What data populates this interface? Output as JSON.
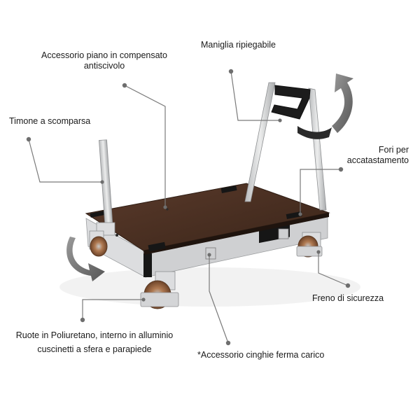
{
  "labels": {
    "board": [
      "Accessorio piano in compensato",
      "antiscivolo"
    ],
    "handle": "Maniglia ripiegabile",
    "drawbar": "Timone a scomparsa",
    "stacking": [
      "Fori per",
      "accatastamento"
    ],
    "brake": "Freno di sicurezza",
    "wheels": [
      "Ruote in Poliuretano, interno in alluminio",
      "cuscinetti a sfera e parapiede"
    ],
    "straps": "*Accessorio cinghie ferma carico"
  },
  "colors": {
    "board": "#4a3024",
    "frame": "#d9dadb",
    "leader": "#7a7a7a",
    "arrow": "#6f6f6f",
    "wheel": "#8a5a3c"
  }
}
